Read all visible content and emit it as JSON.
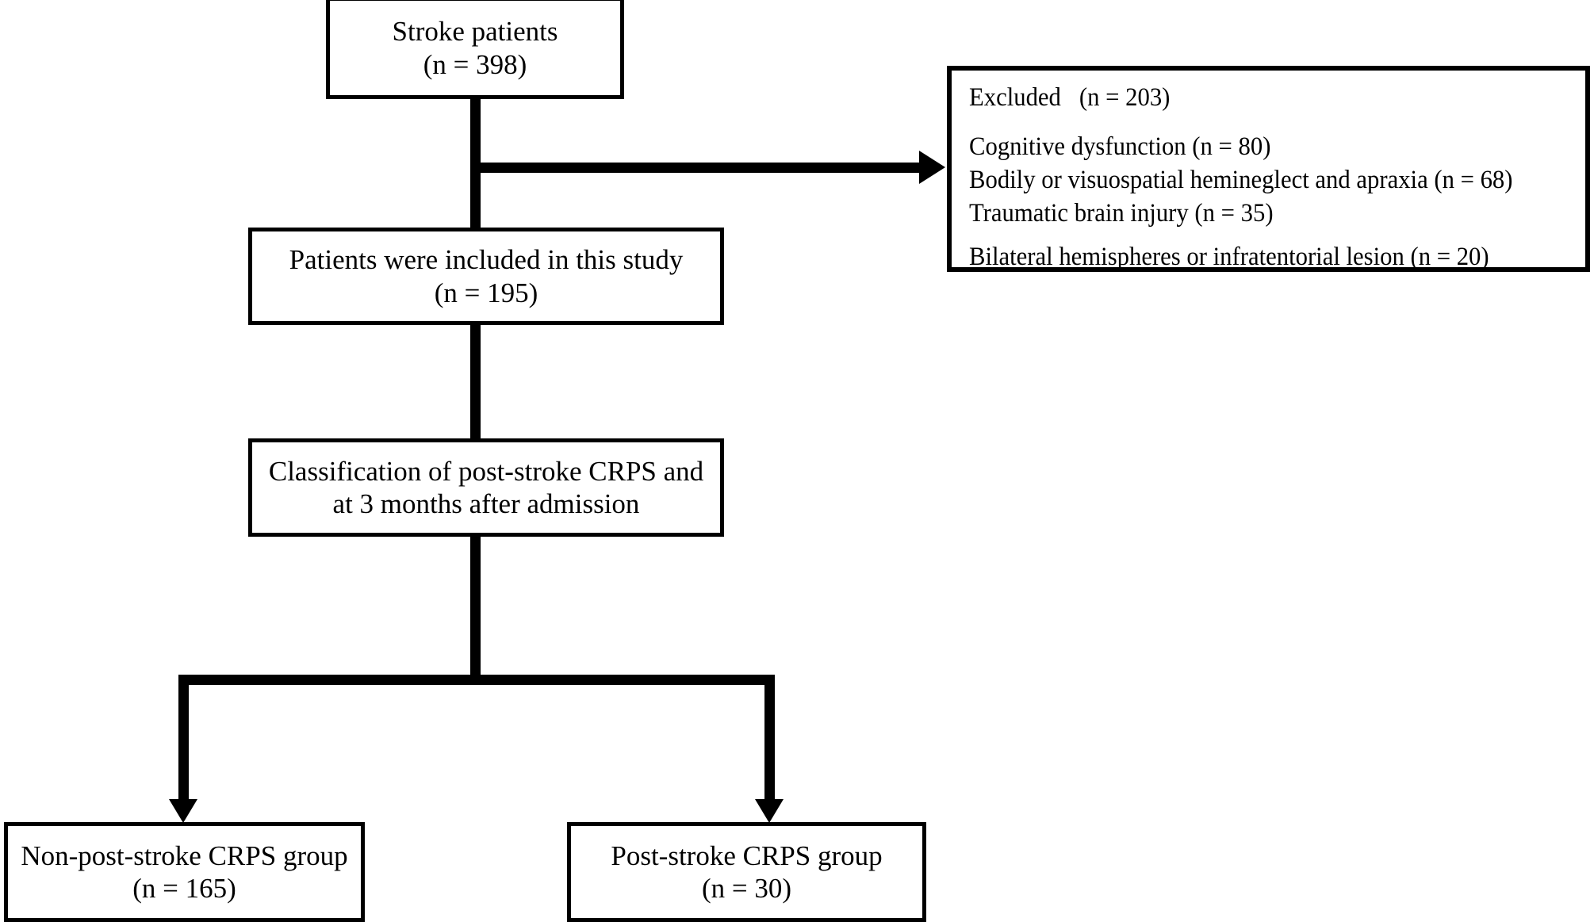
{
  "diagram": {
    "type": "flowchart",
    "title": "Study participant flow diagram",
    "colors": {
      "stroke": "#000000",
      "fill": "#ffffff",
      "text": "#000000"
    },
    "nodes": {
      "stroke_patients": {
        "label": "Stroke patients",
        "count_label": "(n = 398)",
        "n": 398
      },
      "included": {
        "label": "Patients were included in this study",
        "count_label": "(n = 195)",
        "n": 195
      },
      "classification": {
        "line1": "Classification of post-stroke CRPS and",
        "line2": "at 3 months after admission"
      },
      "excluded": {
        "heading": "Excluded   (n = 203)",
        "n": 203,
        "reasons": [
          {
            "label": "Cognitive dysfunction (n = 80)",
            "n": 80
          },
          {
            "label": "Bodily or visuospatial hemineglect and apraxia (n = 68)",
            "n": 68
          },
          {
            "label": "Traumatic brain injury (n = 35)",
            "n": 35
          },
          {
            "label": "Bilateral hemispheres or infratentorial lesion (n = 20)",
            "n": 20
          }
        ]
      },
      "non_crps_group": {
        "label": "Non-post-stroke CRPS group",
        "count_label": "(n = 165)",
        "n": 165
      },
      "crps_group": {
        "label": "Post-stroke CRPS group",
        "count_label": "(n = 30)",
        "n": 30
      }
    },
    "edges": [
      {
        "from": "stroke_patients",
        "to": "included",
        "style": "line"
      },
      {
        "from": "stroke_patients",
        "to": "excluded",
        "style": "arrow-right"
      },
      {
        "from": "included",
        "to": "classification",
        "style": "line"
      },
      {
        "from": "classification",
        "to": "non_crps_group",
        "style": "arrow-down"
      },
      {
        "from": "classification",
        "to": "crps_group",
        "style": "arrow-down"
      }
    ]
  }
}
